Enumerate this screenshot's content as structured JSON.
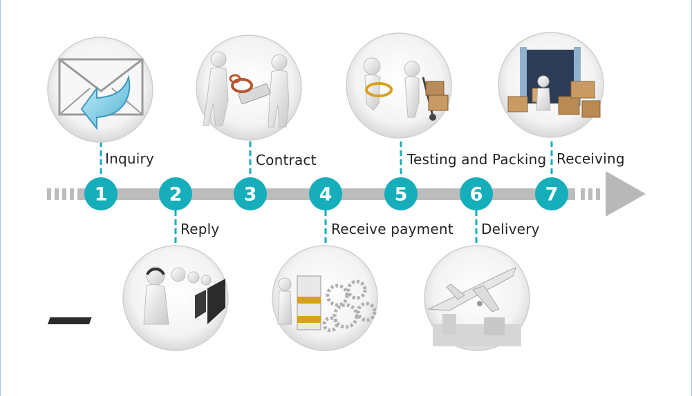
{
  "timeline": {
    "accent_color": "#16aebb",
    "arrow_color": "#bcbcbc",
    "steps": [
      {
        "number": "1",
        "label": "Inquiry",
        "icon": "envelope-reply-icon",
        "position": "above"
      },
      {
        "number": "2",
        "label": "Reply",
        "icon": "call-center-icon",
        "position": "below"
      },
      {
        "number": "3",
        "label": "Contract",
        "icon": "handshake-contract-icon",
        "position": "above"
      },
      {
        "number": "4",
        "label": "Receive payment",
        "icon": "money-gears-icon",
        "position": "below"
      },
      {
        "number": "5",
        "label": "Testing and Packing",
        "icon": "magnifier-handtruck-icon",
        "position": "above"
      },
      {
        "number": "6",
        "label": "Delivery",
        "icon": "airplane-icon",
        "position": "below"
      },
      {
        "number": "7",
        "label": "Receiving",
        "icon": "container-boxes-icon",
        "position": "above"
      }
    ]
  }
}
